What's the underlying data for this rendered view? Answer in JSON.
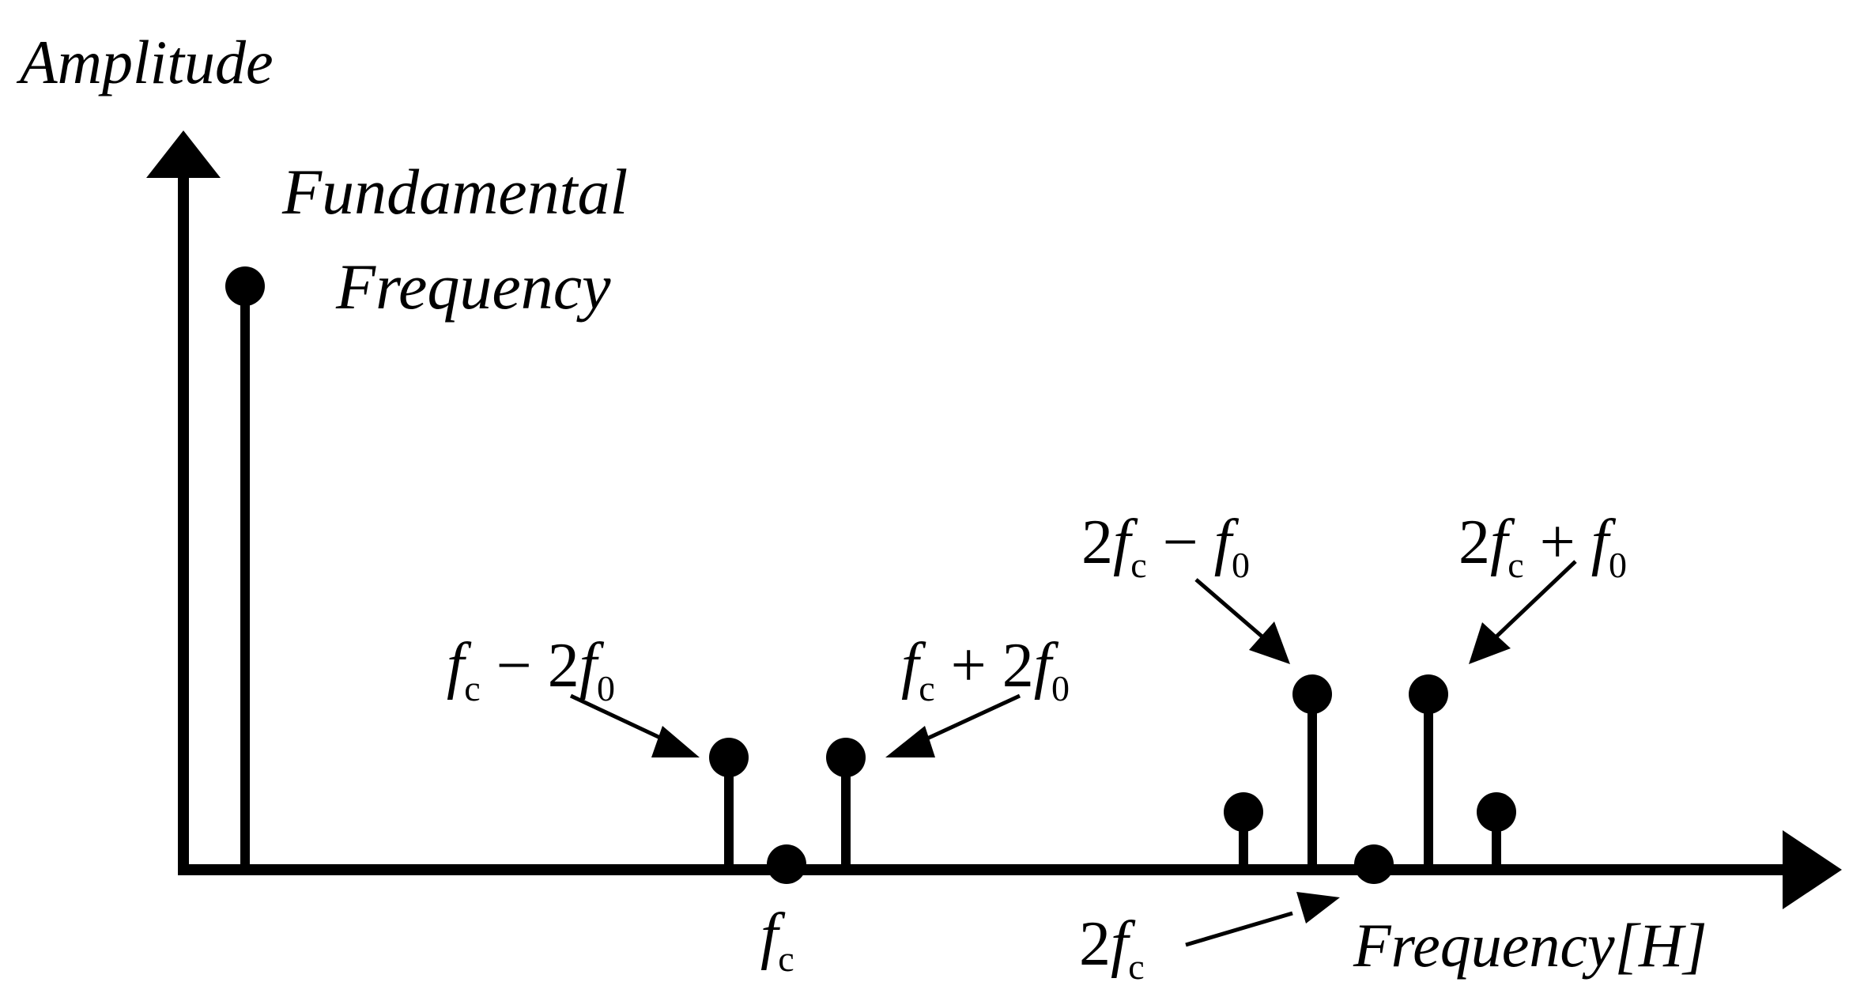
{
  "diagram": {
    "y_axis_label": "Amplitude",
    "x_axis_label": "Frequency[H]",
    "fundamental_label_line1": "Fundamental",
    "fundamental_label_line2": "Frequency",
    "labels": {
      "fc_minus_2f0": {
        "f": "f",
        "c": "c",
        "op": " − 2",
        "f2": "f",
        "zero": "0"
      },
      "fc_plus_2f0": {
        "f": "f",
        "c": "c",
        "op": " + 2",
        "f2": "f",
        "zero": "0"
      },
      "two_fc_minus_f0": {
        "two": "2",
        "f": "f",
        "c": "c",
        "op": " − ",
        "f2": "f",
        "zero": "0"
      },
      "two_fc_plus_f0": {
        "two": "2",
        "f": "f",
        "c": "c",
        "op": " + ",
        "f2": "f",
        "zero": "0"
      },
      "fc": {
        "f": "f",
        "c": "c"
      },
      "two_fc": {
        "two": "2",
        "f": "f",
        "c": "c"
      }
    },
    "color": "#000000"
  }
}
